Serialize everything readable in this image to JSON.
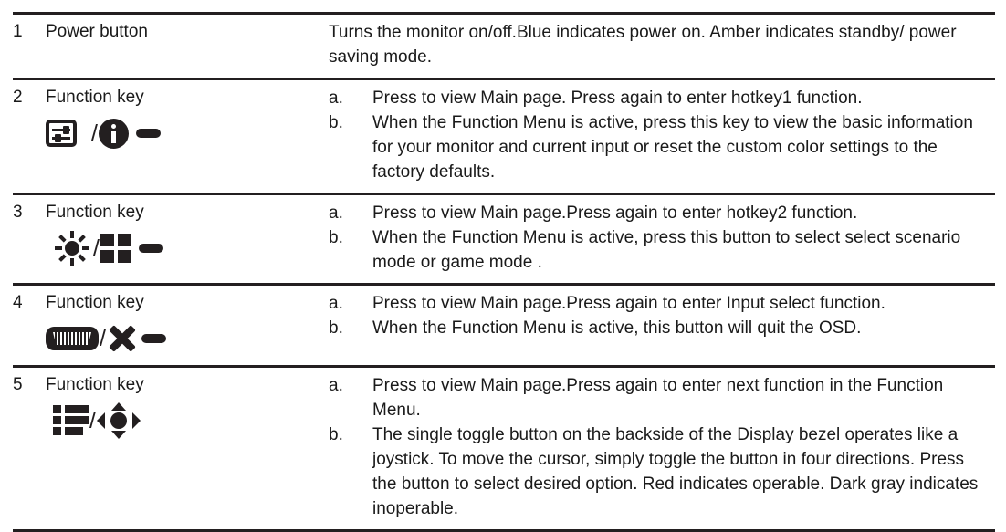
{
  "table": {
    "columns": [
      "number",
      "control_name",
      "description"
    ],
    "rows": [
      {
        "number": "1",
        "name": "Power button",
        "icons": [],
        "description_plain": "Turns the monitor on/off.Blue indicates power on. Amber indicates standby/ power saving mode.",
        "description_items": []
      },
      {
        "number": "2",
        "name": "Function key",
        "icons": [
          "sliders-icon",
          "slash-separator",
          "info-circle-icon",
          "dash-icon"
        ],
        "description_plain": "",
        "description_items": [
          {
            "marker": "a.",
            "text": "Press to view Main page. Press again to enter hotkey1 function."
          },
          {
            "marker": "b.",
            "text": "When the Function Menu is active, press this key to view the basic information for your monitor and current input or reset the custom color settings to the factory defaults."
          }
        ]
      },
      {
        "number": "3",
        "name": "Function key",
        "icons": [
          "brightness-sun-icon",
          "slash-separator",
          "grid-tiles-icon",
          "dash-icon"
        ],
        "description_plain": "",
        "description_items": [
          {
            "marker": "a.",
            "text": "Press to view Main page.Press again to enter hotkey2 function."
          },
          {
            "marker": "b.",
            "text": "When the Function Menu is active, press this button to select select scenario mode or game mode ."
          }
        ]
      },
      {
        "number": "4",
        "name": "Function key",
        "icons": [
          "hdmi-connector-icon",
          "slash-separator",
          "close-x-icon",
          "dash-icon"
        ],
        "description_plain": "",
        "description_items": [
          {
            "marker": "a.",
            "text": "Press to view Main page.Press again to enter Input select function."
          },
          {
            "marker": "b.",
            "text": "When the Function Menu is active, this button will quit the OSD."
          }
        ]
      },
      {
        "number": "5",
        "name": "Function key",
        "icons": [
          "list-menu-icon",
          "slash-separator",
          "joystick-icon"
        ],
        "description_plain": "",
        "description_items": [
          {
            "marker": "a.",
            "text": "Press to view Main page.Press again to enter next function in the Function Menu."
          },
          {
            "marker": "b.",
            "text": "The single toggle button on the backside of the Display bezel operates like a joystick. To move the cursor, simply toggle the button in four directions. Press the button to select desired option. Red indicates operable. Dark gray indicates inoperable."
          }
        ]
      }
    ],
    "separator_glyph": "/"
  },
  "colors": {
    "ink": "#231f20",
    "background": "#ffffff",
    "rule": "#231f20"
  }
}
